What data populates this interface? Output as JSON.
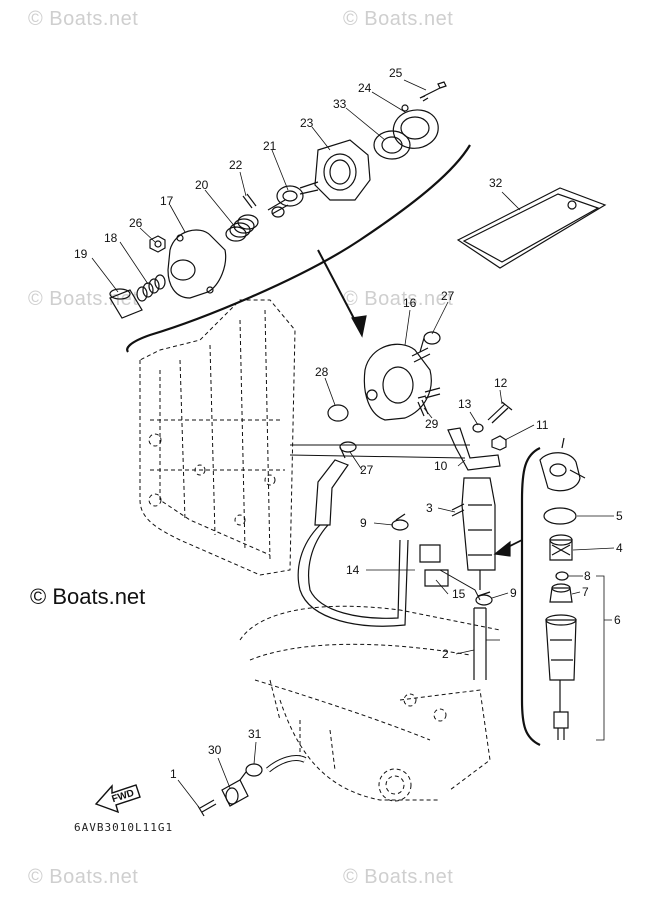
{
  "watermarks": [
    "© Boats.net",
    "© Boats.net",
    "© Boats.net",
    "© Boats.net",
    "© Boats.net",
    "© Boats.net"
  ],
  "brand_label": "© Boats.net",
  "diagram_code": "6AVB3010L11G1",
  "fwd_label": "FWD",
  "callouts": [
    "25",
    "24",
    "33",
    "23",
    "21",
    "22",
    "20",
    "17",
    "26",
    "18",
    "19",
    "32",
    "16",
    "27",
    "28",
    "12",
    "13",
    "11",
    "29",
    "10",
    "27",
    "3",
    "5",
    "9",
    "4",
    "8",
    "14",
    "7",
    "15",
    "9",
    "6",
    "2",
    "31",
    "30",
    "1"
  ],
  "colors": {
    "line": "#111111",
    "watermark": "#cfcfcf",
    "background": "#ffffff"
  }
}
